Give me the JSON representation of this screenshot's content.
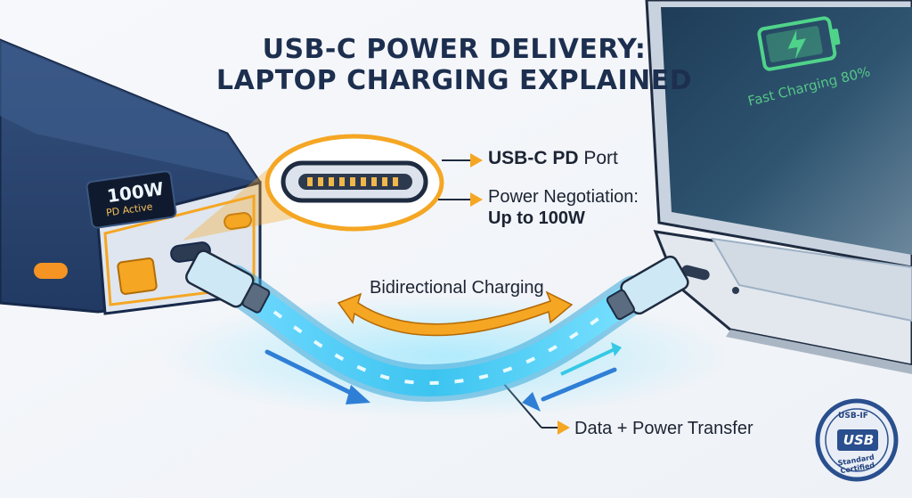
{
  "title": {
    "line1": "USB-C POWER DELIVERY:",
    "line2": "LAPTOP CHARGING EXPLAINED"
  },
  "power_bank": {
    "display_watts": "100W",
    "display_status": "PD Active"
  },
  "laptop": {
    "screen_status": "Fast Charging 80%",
    "battery_icon": "battery-charging-icon"
  },
  "callouts": {
    "port_bold": "USB-C PD",
    "port_rest": " Port",
    "negotiation_line1": "Power Negotiation:",
    "negotiation_line2": "Up to 100W",
    "bidirectional": "Bidirectional Charging",
    "transfer": "Data + Power Transfer"
  },
  "badge": {
    "top_text": "USB-IF",
    "logo_text": "USB",
    "bottom_text": "Standard Certified"
  },
  "colors": {
    "navy": "#1d2f4f",
    "accent_orange": "#f5a623",
    "cable_blue": "#39c8f2",
    "screen_green": "#4fd38a"
  }
}
